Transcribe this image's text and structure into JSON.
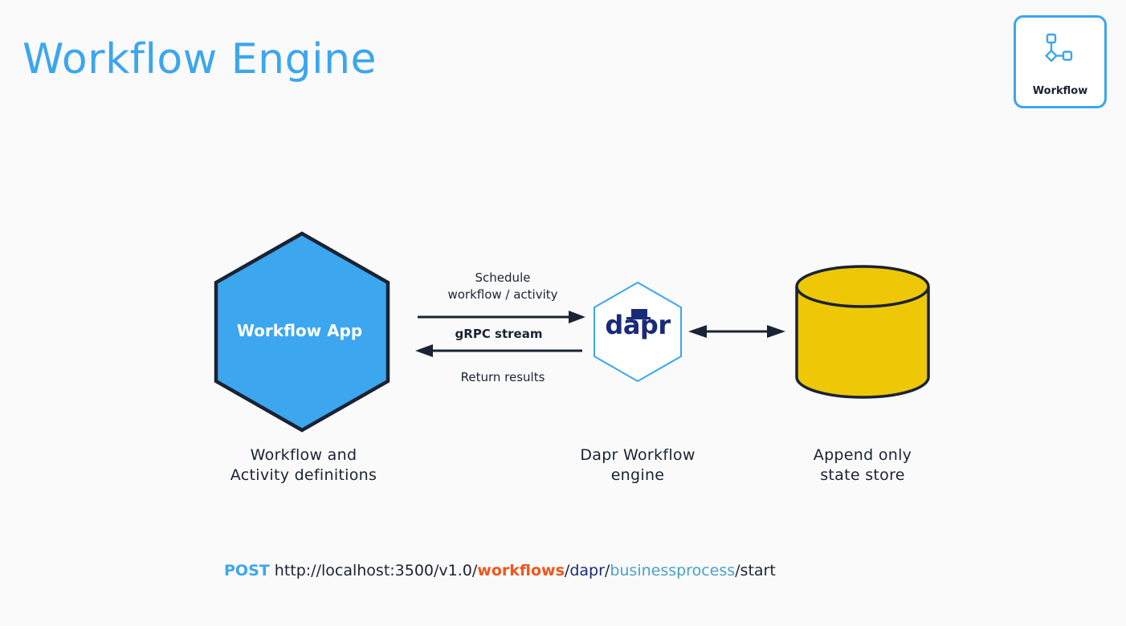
{
  "title": "Workflow Engine",
  "badge": {
    "label": "Workflow",
    "icon": "workflow-icon"
  },
  "diagram": {
    "app_label": "Workflow App",
    "app_caption_line1": "Workflow and",
    "app_caption_line2": "Activity definitions",
    "arrow_top_line1": "Schedule",
    "arrow_top_line2": "workflow / activity",
    "arrow_middle": "gRPC stream",
    "arrow_bottom": "Return results",
    "engine_logo": "dapr",
    "engine_caption_line1": "Dapr Workflow",
    "engine_caption_line2": "engine",
    "store_caption_line1": "Append only",
    "store_caption_line2": "state store"
  },
  "endpoint": {
    "method": "POST",
    "prefix": " http://localhost:3500/v1.0/",
    "workflows": "workflows",
    "sep1": "/",
    "component": "dapr",
    "sep2": "/",
    "workflow_name": "businessprocess",
    "suffix": "/start"
  },
  "colors": {
    "accent": "#3ca6ee",
    "hexagon_fill": "#3ca6ee",
    "store_fill": "#eec707",
    "dapr_navy": "#1a2a7a",
    "workflows_orange": "#f0561d"
  }
}
